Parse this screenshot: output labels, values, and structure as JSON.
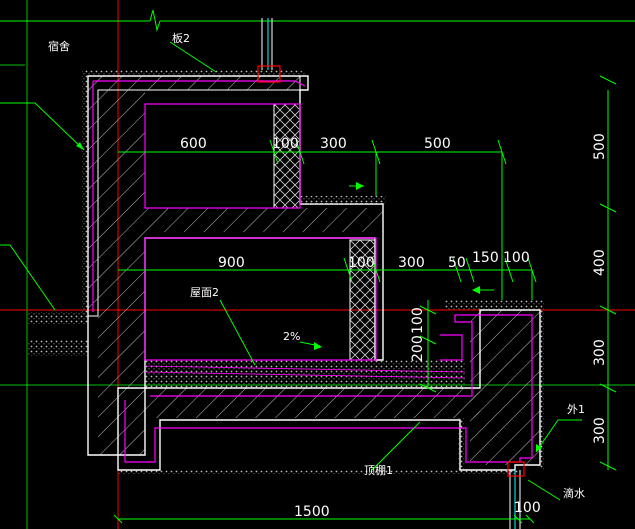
{
  "colors": {
    "background": "#000000",
    "green": "#00ff00",
    "red": "#ff0000",
    "magenta": "#ff00ff",
    "white": "#ffffff",
    "hatch": "#c8c8c8"
  },
  "labels": {
    "room": "宿舍",
    "wall_note": "板2",
    "roof_note": "屋面2",
    "slope": "2%",
    "soffit_note": "顶棚1",
    "ext_note": "外1",
    "drip_note": "滴水"
  },
  "dims_top1": [
    "600",
    "100",
    "300",
    "500"
  ],
  "dims_top2": [
    "900",
    "100",
    "300",
    "50",
    "150",
    "100"
  ],
  "dims_vert_small": [
    "200",
    "100"
  ],
  "dims_right": [
    "500",
    "400",
    "300",
    "300"
  ],
  "dims_bottom": [
    "1500",
    "100"
  ]
}
